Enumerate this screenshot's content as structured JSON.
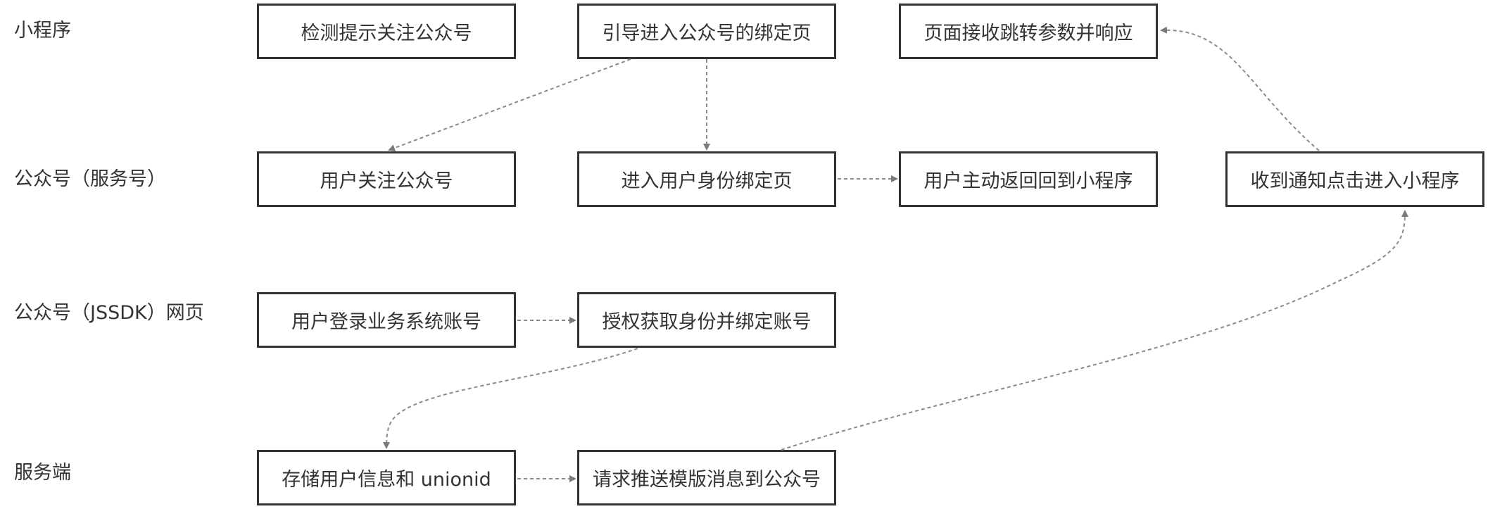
{
  "lanes": {
    "miniprogram": "小程序",
    "official_account": "公众号（服务号）",
    "jssdk_webpage": "公众号（JSSDK）网页",
    "server": "服务端"
  },
  "nodes": {
    "detect_prompt_follow": "检测提示关注公众号",
    "guide_to_bind_page": "引导进入公众号的绑定页",
    "page_receive_params": "页面接收跳转参数并响应",
    "user_follow_account": "用户关注公众号",
    "enter_identity_bind_page": "进入用户身份绑定页",
    "user_return_to_miniprogram": "用户主动返回回到小程序",
    "notification_enter_miniprogram": "收到通知点击进入小程序",
    "user_login_business_account": "用户登录业务系统账号",
    "authorize_bind_account": "授权获取身份并绑定账号",
    "store_user_unionid": "存储用户信息和 unionid",
    "push_template_message": "请求推送模版消息到公众号"
  },
  "colors": {
    "border": "#333333",
    "arrow": "#8a8a8a",
    "text": "#333333",
    "background": "#ffffff"
  }
}
